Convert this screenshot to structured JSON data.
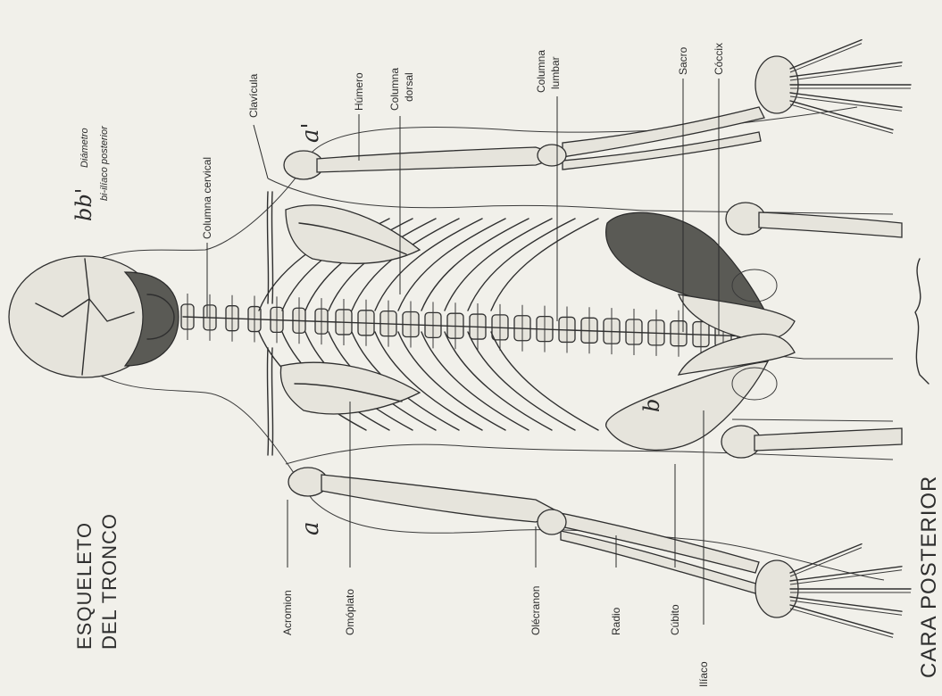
{
  "titles": {
    "main_line1": "ESQUELETO",
    "main_line2": "DEL TRONCO",
    "view": "CARA POSTERIOR"
  },
  "diameter_note": {
    "symbol": "bb'",
    "line1": "Diámetro",
    "line2": "bi-ilíaco posterior"
  },
  "markers": {
    "a_upper": "a'",
    "a_lower": "a",
    "b": "b"
  },
  "labels": {
    "acromion": "Acromion",
    "omoplato": "Omóplato",
    "olecranon": "Olécranon",
    "radio": "Radio",
    "cubito": "Cúbito",
    "iliaco": "Ilíaco",
    "columna_cervical": "Columna cervical",
    "clavicula": "Clavícula",
    "humero": "Húmero",
    "columna_dorsal_1": "Columna",
    "columna_dorsal_2": "dorsal",
    "columna_lumbar_1": "Columna",
    "columna_lumbar_2": "lumbar",
    "sacro": "Sacro",
    "coccix": "Cóccix"
  },
  "colors": {
    "paper": "#f1f0ea",
    "ink": "#2f2f2f"
  }
}
